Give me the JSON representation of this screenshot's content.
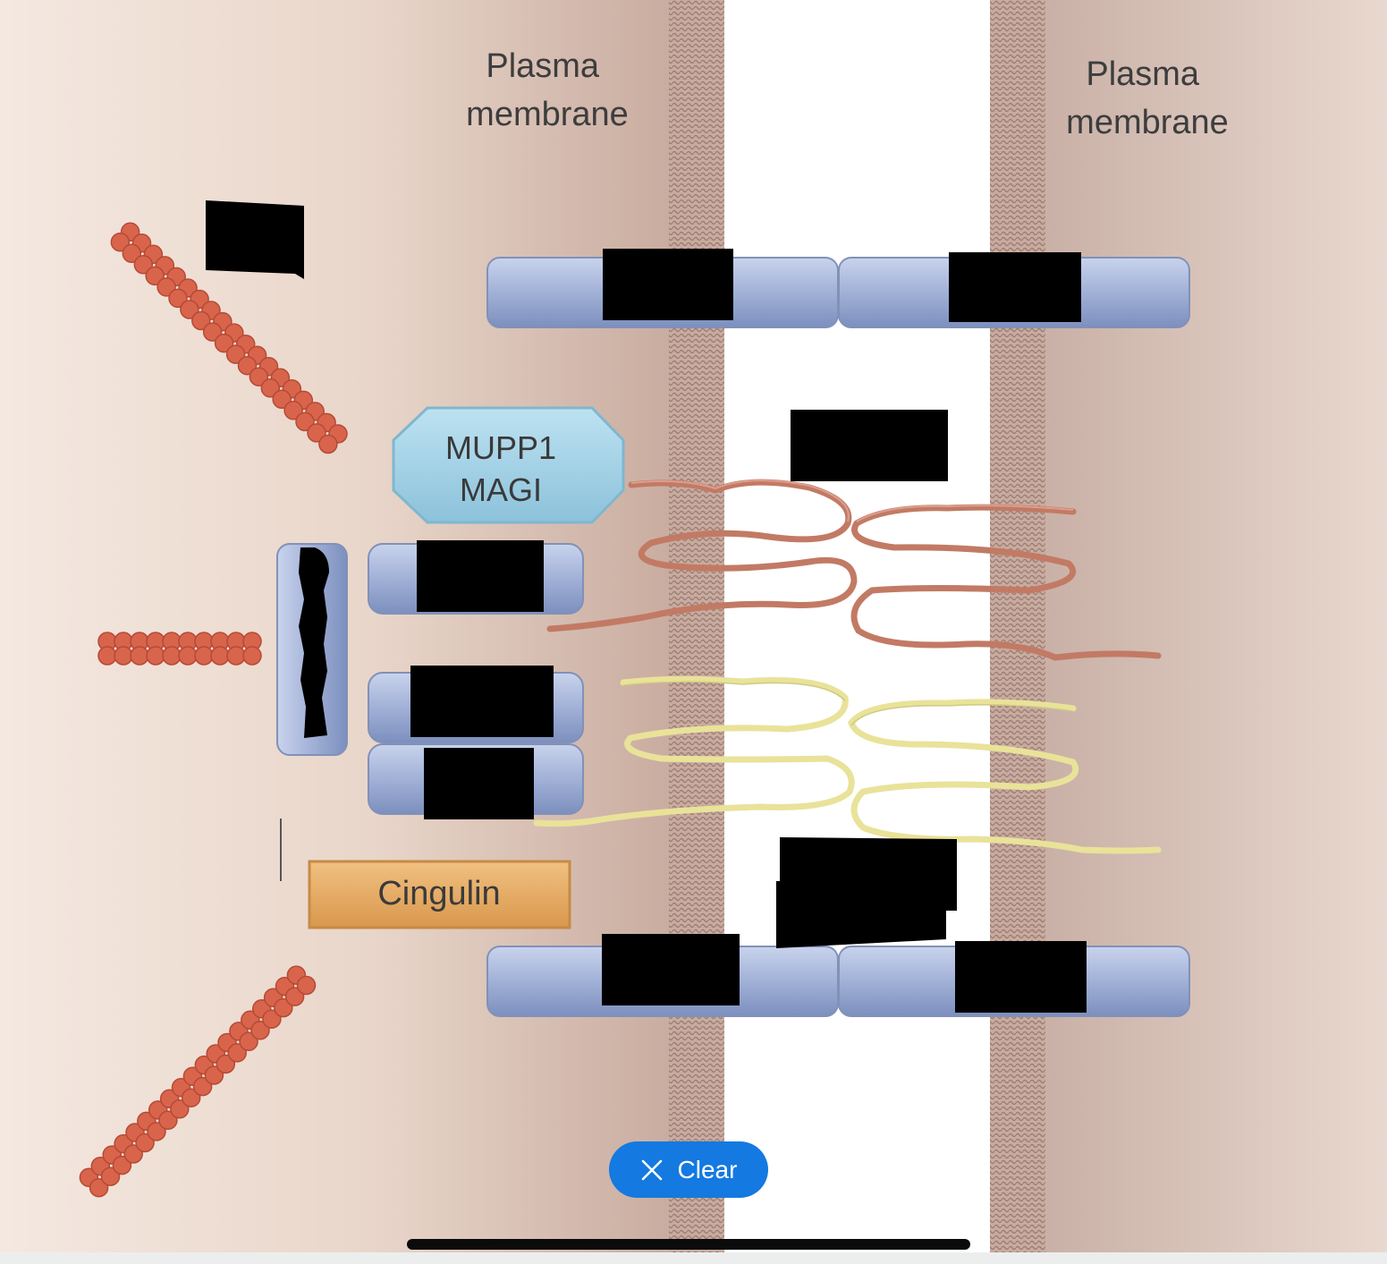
{
  "figure": {
    "left_membrane_label": [
      "Plasma",
      "membrane"
    ],
    "right_membrane_label": [
      "Plasma",
      "membrane"
    ],
    "mupp1_label": [
      "MUPP1",
      "MAGI"
    ],
    "cingulin_label": "Cingulin"
  },
  "controls": {
    "clear_label": "Clear",
    "clear_icon": "close-icon"
  },
  "colors": {
    "cytoplasm": "#dcc4b6",
    "intercellular_space": "#ffffff",
    "actin": "#d9644c",
    "membrane_stripe": "#b89a8c",
    "adhesion_molecule": "#a7b6d6",
    "mupp1_box": "#a9d3e6",
    "cingulin_box": "#e6ad66",
    "claudin_loop": "#c27a64",
    "occludin_loop": "#ebe59b",
    "redaction": "#000000",
    "clear_button": "#1479e0"
  }
}
